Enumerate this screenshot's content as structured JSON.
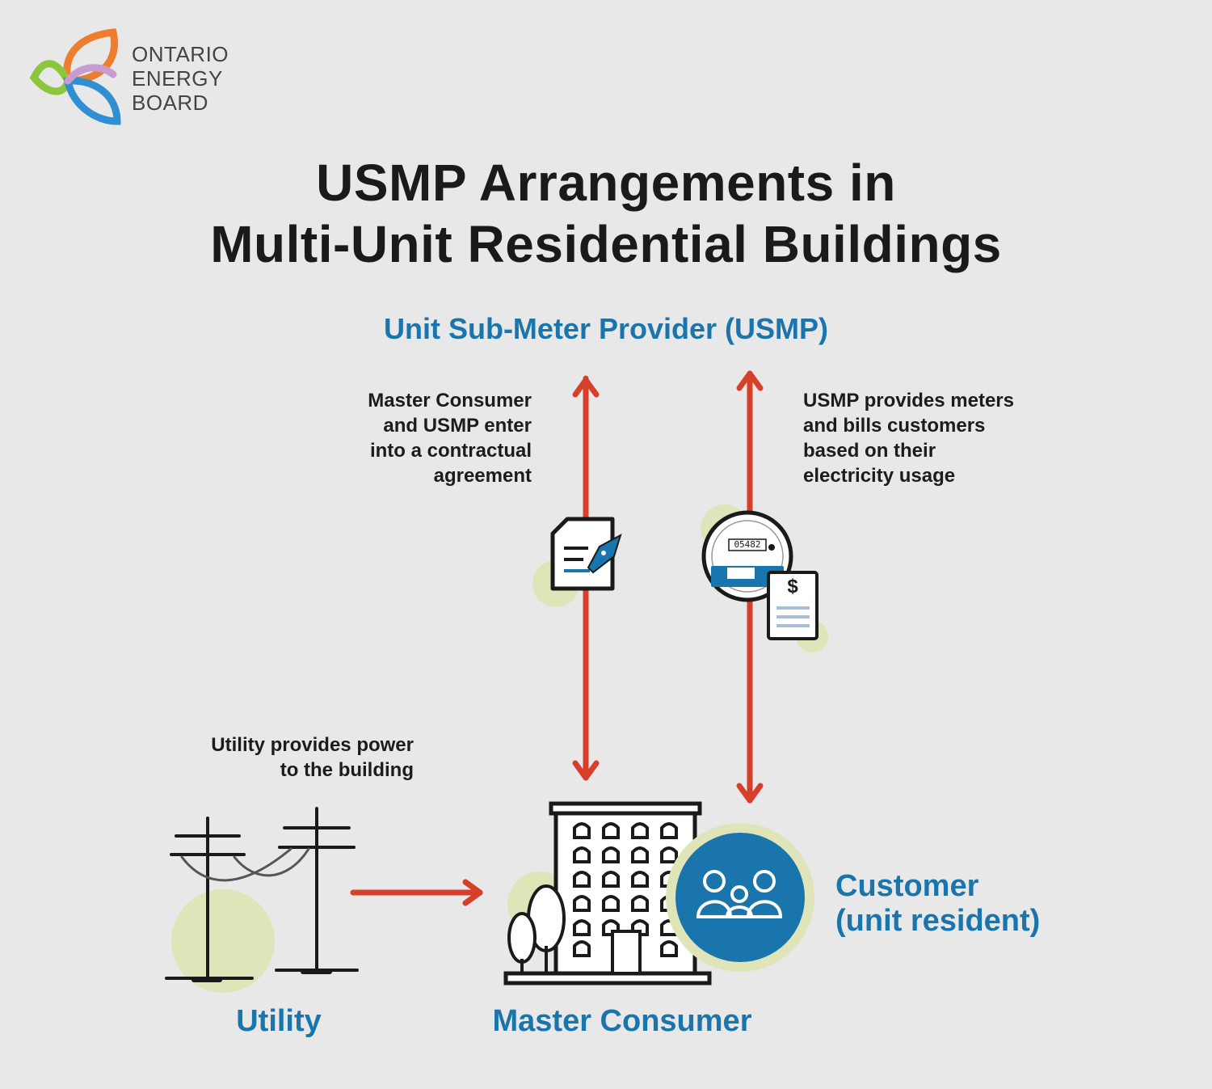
{
  "logo": {
    "lines": [
      "ONTARIO",
      "ENERGY",
      "BOARD"
    ],
    "icon": "ontario-energy-board-trillium-logo"
  },
  "title": {
    "line1": "USMP Arrangements in",
    "line2": "Multi-Unit Residential Buildings"
  },
  "nodes": {
    "usmp": "Unit Sub-Meter Provider (USMP)",
    "utility": "Utility",
    "master_consumer": "Master Consumer",
    "customer_line1": "Customer",
    "customer_line2": "(unit resident)"
  },
  "notes": {
    "contract": [
      "Master Consumer",
      "and USMP enter",
      "into a contractual",
      "agreement"
    ],
    "billing": [
      "USMP provides meters",
      "and bills customers",
      "based on their",
      "electricity usage"
    ],
    "power": [
      "Utility provides power",
      "to the building"
    ]
  },
  "meter": {
    "reading": "05482"
  },
  "bill": {
    "symbol": "$"
  },
  "icons": [
    "contract-pen-icon",
    "electric-meter-icon",
    "bill-icon",
    "utility-poles-icon",
    "apartment-building-icon",
    "family-icon"
  ],
  "colors": {
    "background": "#e8e8e8",
    "accent_blue": "#1b75ad",
    "arrow_red": "#d6402b",
    "halo_green": "#dfe5b9",
    "text_dark": "#1c1c1c"
  }
}
